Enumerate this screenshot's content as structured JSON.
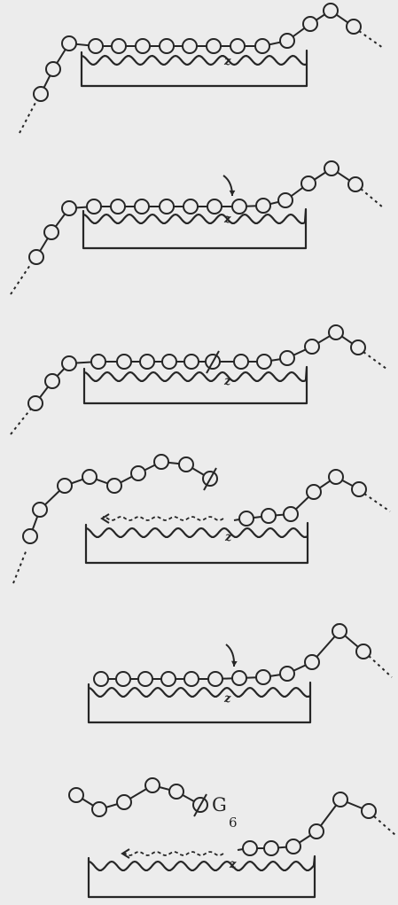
{
  "colors": {
    "ink": "#262626",
    "paper": "#ececec"
  },
  "panels": [
    {
      "site_label": "z"
    },
    {
      "site_label": "z"
    },
    {
      "site_label": "z"
    },
    {
      "site_label": "z"
    },
    {
      "site_label": "z"
    },
    {
      "site_label": "z"
    }
  ],
  "product_label": {
    "letter": "G",
    "subscript": "6"
  }
}
